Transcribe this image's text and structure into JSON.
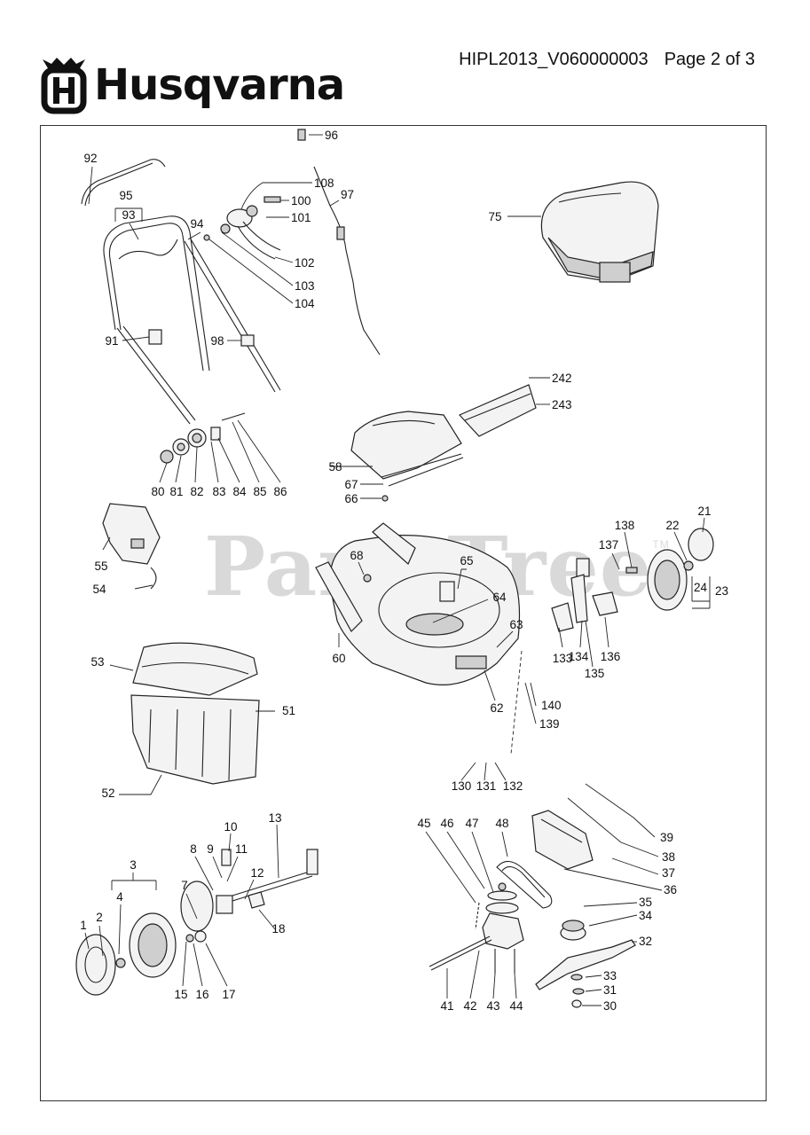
{
  "brand": "Husqvarna",
  "doc_id": "HIPL2013_V060000003",
  "page": "Page 2 of 3",
  "watermark": "PartsTree",
  "watermark_tm": "TM",
  "callouts": [
    {
      "id": "96",
      "label": "96"
    },
    {
      "id": "92",
      "label": "92"
    },
    {
      "id": "108",
      "label": "108"
    },
    {
      "id": "100",
      "label": "100"
    },
    {
      "id": "97",
      "label": "97"
    },
    {
      "id": "95",
      "label": "95"
    },
    {
      "id": "93",
      "label": "93"
    },
    {
      "id": "101",
      "label": "101"
    },
    {
      "id": "94",
      "label": "94"
    },
    {
      "id": "75",
      "label": "75"
    },
    {
      "id": "102",
      "label": "102"
    },
    {
      "id": "103",
      "label": "103"
    },
    {
      "id": "104",
      "label": "104"
    },
    {
      "id": "91",
      "label": "91"
    },
    {
      "id": "98",
      "label": "98"
    },
    {
      "id": "242",
      "label": "242"
    },
    {
      "id": "243",
      "label": "243"
    },
    {
      "id": "58",
      "label": "58"
    },
    {
      "id": "80",
      "label": "80"
    },
    {
      "id": "81",
      "label": "81"
    },
    {
      "id": "82",
      "label": "82"
    },
    {
      "id": "83",
      "label": "83"
    },
    {
      "id": "84",
      "label": "84"
    },
    {
      "id": "85",
      "label": "85"
    },
    {
      "id": "86",
      "label": "86"
    },
    {
      "id": "67",
      "label": "67"
    },
    {
      "id": "66",
      "label": "66"
    },
    {
      "id": "21",
      "label": "21"
    },
    {
      "id": "138",
      "label": "138"
    },
    {
      "id": "22",
      "label": "22"
    },
    {
      "id": "137",
      "label": "137"
    },
    {
      "id": "55",
      "label": "55"
    },
    {
      "id": "68",
      "label": "68"
    },
    {
      "id": "65",
      "label": "65"
    },
    {
      "id": "54",
      "label": "54"
    },
    {
      "id": "64",
      "label": "64"
    },
    {
      "id": "24",
      "label": "24"
    },
    {
      "id": "23",
      "label": "23"
    },
    {
      "id": "63",
      "label": "63"
    },
    {
      "id": "60",
      "label": "60"
    },
    {
      "id": "133",
      "label": "133"
    },
    {
      "id": "134",
      "label": "134"
    },
    {
      "id": "136",
      "label": "136"
    },
    {
      "id": "135",
      "label": "135"
    },
    {
      "id": "53",
      "label": "53"
    },
    {
      "id": "51",
      "label": "51"
    },
    {
      "id": "62",
      "label": "62"
    },
    {
      "id": "140",
      "label": "140"
    },
    {
      "id": "139",
      "label": "139"
    },
    {
      "id": "130",
      "label": "130"
    },
    {
      "id": "131",
      "label": "131"
    },
    {
      "id": "132",
      "label": "132"
    },
    {
      "id": "52",
      "label": "52"
    },
    {
      "id": "39",
      "label": "39"
    },
    {
      "id": "13",
      "label": "13"
    },
    {
      "id": "45",
      "label": "45"
    },
    {
      "id": "46",
      "label": "46"
    },
    {
      "id": "47",
      "label": "47"
    },
    {
      "id": "48",
      "label": "48"
    },
    {
      "id": "10",
      "label": "10"
    },
    {
      "id": "38",
      "label": "38"
    },
    {
      "id": "8",
      "label": "8"
    },
    {
      "id": "9",
      "label": "9"
    },
    {
      "id": "11",
      "label": "11"
    },
    {
      "id": "3",
      "label": "3"
    },
    {
      "id": "37",
      "label": "37"
    },
    {
      "id": "12",
      "label": "12"
    },
    {
      "id": "36",
      "label": "36"
    },
    {
      "id": "4",
      "label": "4"
    },
    {
      "id": "7",
      "label": "7"
    },
    {
      "id": "35",
      "label": "35"
    },
    {
      "id": "34",
      "label": "34"
    },
    {
      "id": "2",
      "label": "2"
    },
    {
      "id": "1",
      "label": "1"
    },
    {
      "id": "18",
      "label": "18"
    },
    {
      "id": "32",
      "label": "32"
    },
    {
      "id": "33",
      "label": "33"
    },
    {
      "id": "31",
      "label": "31"
    },
    {
      "id": "15",
      "label": "15"
    },
    {
      "id": "16",
      "label": "16"
    },
    {
      "id": "17",
      "label": "17"
    },
    {
      "id": "41",
      "label": "41"
    },
    {
      "id": "42",
      "label": "42"
    },
    {
      "id": "43",
      "label": "43"
    },
    {
      "id": "44",
      "label": "44"
    },
    {
      "id": "30",
      "label": "30"
    }
  ]
}
